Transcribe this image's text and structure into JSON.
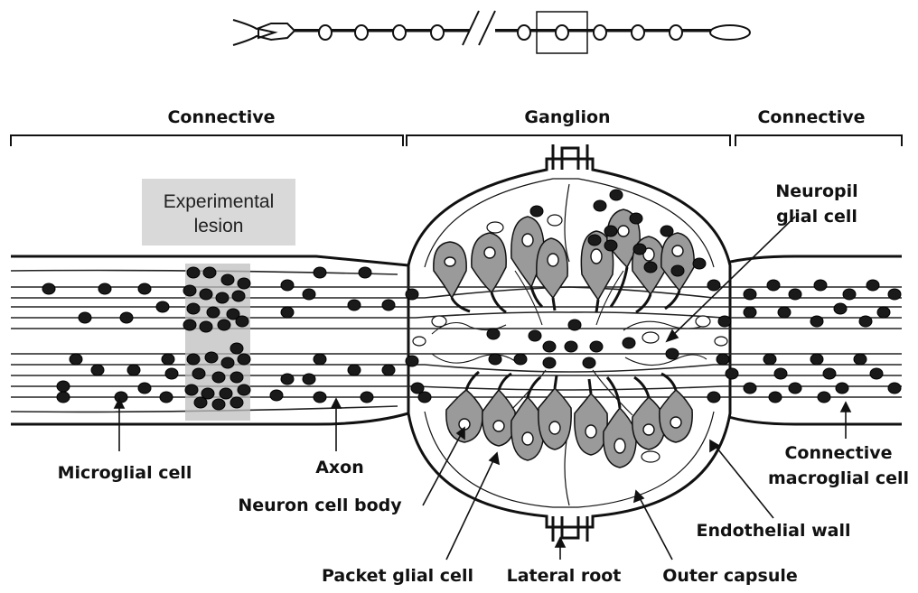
{
  "labels": {
    "connective_left": "Connective",
    "ganglion": "Ganglion",
    "connective_right": "Connective",
    "experimental_lesion_line1": "Experimental",
    "experimental_lesion_line2": "lesion",
    "neuropil_glial_cell_line1": "Neuropil",
    "neuropil_glial_cell_line2": "glial cell",
    "microglial_cell": "Microglial cell",
    "axon": "Axon",
    "neuron_cell_body": "Neuron cell body",
    "connective_macroglial_cell_line1": "Connective",
    "connective_macroglial_cell_line2": "macroglial cell",
    "endothelial_wall": "Endothelial wall",
    "packet_glial_cell": "Packet glial cell",
    "lateral_root": "Lateral root",
    "outer_capsule": "Outer capsule"
  },
  "colors": {
    "lesion_box": "#d9d9d9",
    "lesion_zone": "#bfbfbf",
    "neuron_fill": "#9a9a9a",
    "microglia_fill": "#1a1a1a",
    "line": "#111111"
  }
}
